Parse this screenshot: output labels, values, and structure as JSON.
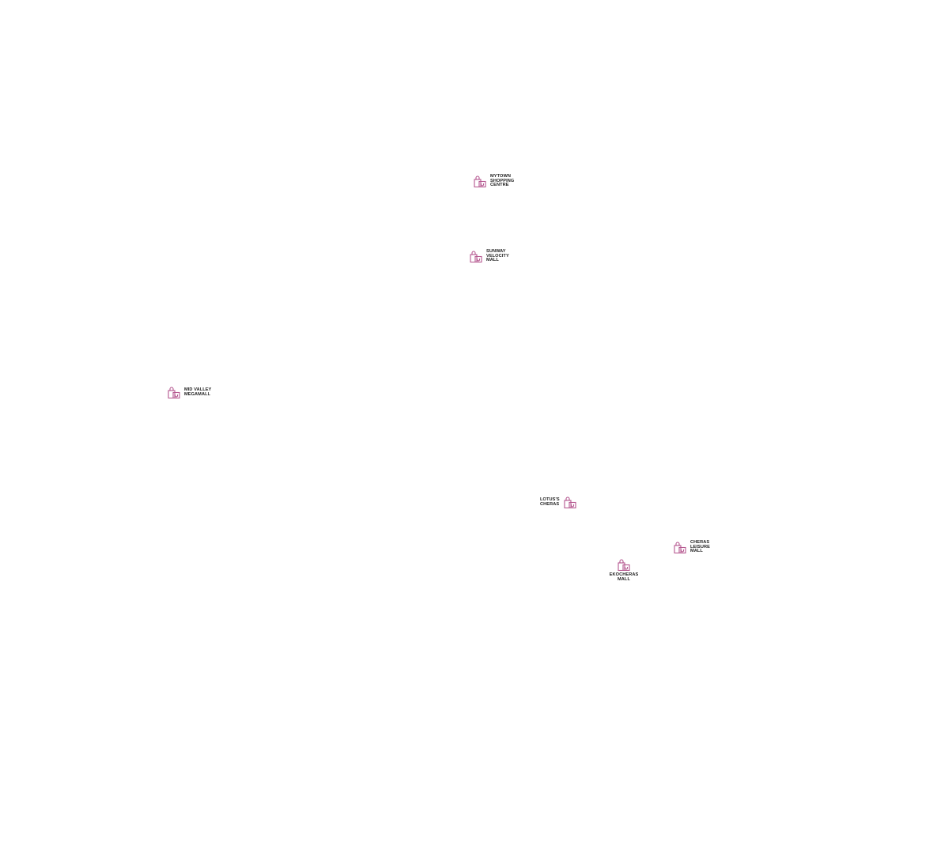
{
  "colors": {
    "icon": "#b5578f",
    "label": "#222222"
  },
  "icon": "shopping-bags-icon",
  "markers": [
    {
      "id": "mytown",
      "label": "MYTOWN\nSHOPPING\nCENTRE"
    },
    {
      "id": "sunway",
      "label": "SUNWAY\nVELOCITY\nMALL"
    },
    {
      "id": "midvalley",
      "label": "MID VALLEY\nMEGAMALL"
    },
    {
      "id": "lotus",
      "label": "LOTUS'S\nCHERAS"
    },
    {
      "id": "cherasleisure",
      "label": "CHERAS\nLEISURE\nMALL"
    },
    {
      "id": "ekocheras",
      "label": "EKOCHERAS\nMALL"
    }
  ]
}
